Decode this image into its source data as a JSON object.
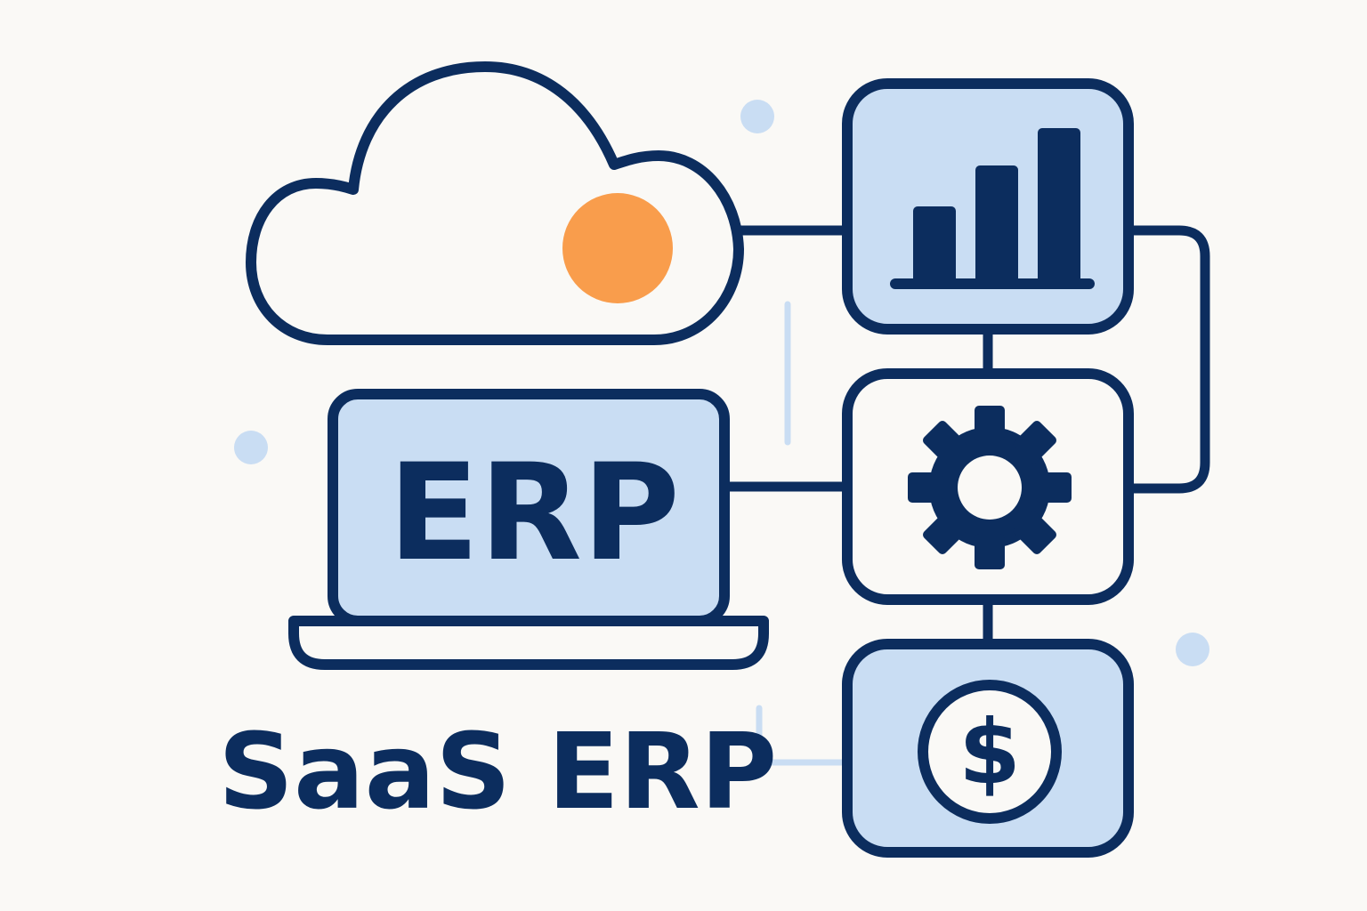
{
  "diagram": {
    "title": "SaaS ERP",
    "laptop": {
      "label": "ERP",
      "icon": "laptop-icon"
    },
    "cloud": {
      "icon": "cloud-icon",
      "status_dot_color": "#f99d4c"
    },
    "modules": [
      {
        "name": "analytics",
        "icon": "bar-chart-icon"
      },
      {
        "name": "settings",
        "icon": "gear-icon"
      },
      {
        "name": "finance",
        "icon": "dollar-coin-icon"
      }
    ]
  },
  "colors": {
    "stroke": "#0c2d5e",
    "fill_light": "#c9ddf3",
    "background": "#faf9f6",
    "accent_orange": "#f99d4c",
    "decor_blue": "#c9ddf3"
  }
}
